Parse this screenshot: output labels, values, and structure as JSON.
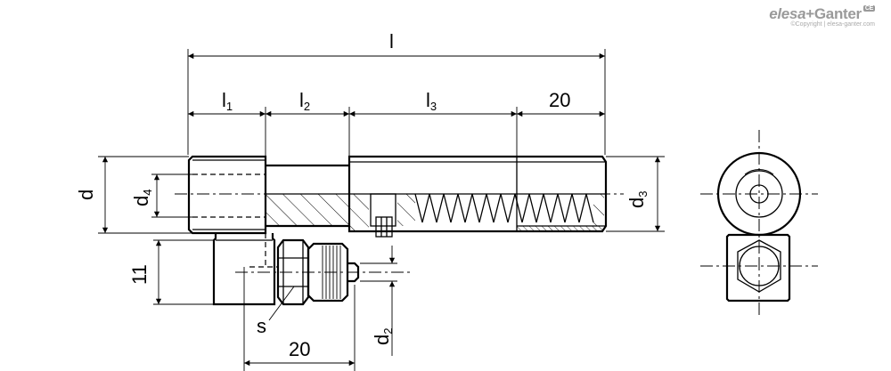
{
  "logo": {
    "brand_left": "elesa",
    "brand_sep": "+",
    "brand_right": "Ganter",
    "badge": "CE",
    "copyright": "©Copyright | elesa-ganter.com"
  },
  "dimensions": {
    "total_length": "l",
    "l1_base": "l",
    "l1_sub": "1",
    "l2_base": "l",
    "l2_sub": "2",
    "l3_base": "l",
    "l3_sub": "3",
    "thread_length": "20",
    "d": "d",
    "d4_base": "d",
    "d4_sub": "4",
    "d3_base": "d",
    "d3_sub": "3",
    "height_11": "11",
    "s": "s",
    "d2_base": "d",
    "d2_sub": "2",
    "bottom_20": "20"
  }
}
